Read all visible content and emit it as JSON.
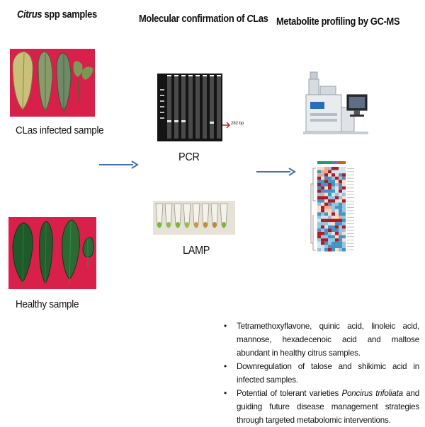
{
  "headings": {
    "samples_italic": "Citrus",
    "samples_rest": " spp samples",
    "molecular_prefix": "Molecular confirmation of ",
    "molecular_italic": "C",
    "molecular_suffix": "Las",
    "metabolite": "Metabolite profiling by GC-MS"
  },
  "labels": {
    "infected": "CLas infected sample",
    "healthy": "Healthy sample",
    "pcr": "PCR",
    "lamp": "LAMP",
    "band_size": "282 bp"
  },
  "bullets": [
    {
      "text": "Tetramethoxyflavone, quinic acid, linoleic acid, mannose, hexadecenoic acid and maltose abundant in healthy citrus samples."
    },
    {
      "text": "Downregulation of talose and shikimic acid in infected samples."
    },
    {
      "before": "Potential of tolerant varieties ",
      "italic": "Poncirus trifoliata",
      "after": " and guiding future disease management strategies through targeted metabolomic interventions."
    }
  ],
  "colors": {
    "arrow": "#3f6fb5",
    "photo_background": "#d8204a",
    "healthy_leaf": "#1e5a2a",
    "infected_leaf": "#8a9b6a"
  },
  "icons": [
    "arrow-right-icon",
    "gc-ms-instrument-icon",
    "heatmap-icon"
  ]
}
